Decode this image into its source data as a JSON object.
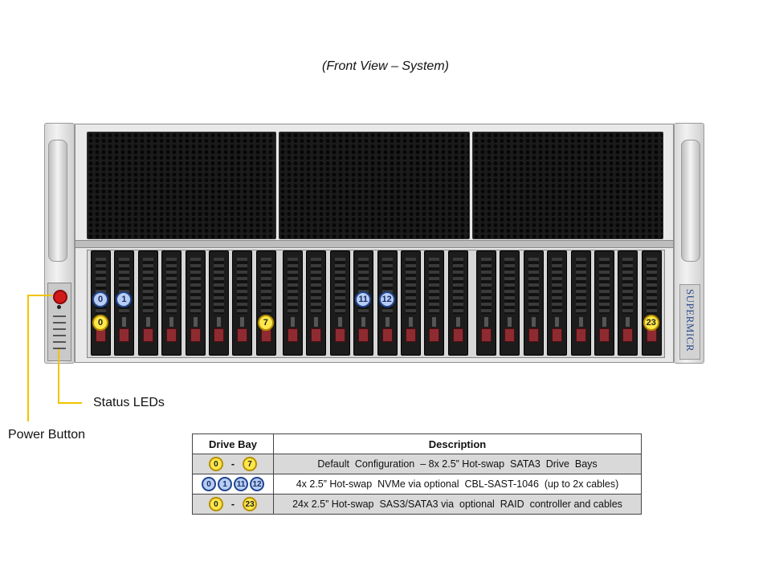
{
  "figure": {
    "view_title": "(Front View – System)",
    "brand": "SUPERMICR"
  },
  "callouts": {
    "power_button": "Power Button",
    "status_leds": "Status LEDs"
  },
  "bay_badges": [
    {
      "label": "0",
      "type": "nvme",
      "bay": 0
    },
    {
      "label": "1",
      "type": "nvme",
      "bay": 1
    },
    {
      "label": "11",
      "type": "nvme",
      "bay": 11
    },
    {
      "label": "12",
      "type": "nvme",
      "bay": 12
    },
    {
      "label": "0",
      "type": "sata",
      "bay": 0
    },
    {
      "label": "7",
      "type": "sata",
      "bay": 7
    },
    {
      "label": "23",
      "type": "sata",
      "bay": 23
    }
  ],
  "drive_count": 24,
  "table": {
    "headers": {
      "drive_bay": "Drive Bay",
      "description": "Description"
    },
    "rows": [
      {
        "bays": [
          "0",
          "7"
        ],
        "bay_type": "sata",
        "range": true,
        "separator": "-",
        "description": "Default  Configuration  – 8x 2.5” Hot-swap  SATA3  Drive  Bays"
      },
      {
        "bays": [
          "0",
          "1",
          "11",
          "12"
        ],
        "bay_type": "nvme",
        "range": false,
        "separator": "",
        "description": "4x 2.5” Hot-swap  NVMe via optional  CBL-SAST-1046  (up to 2x cables)"
      },
      {
        "bays": [
          "0",
          "23"
        ],
        "bay_type": "sata",
        "range": true,
        "separator": "-",
        "description": "24x 2.5” Hot-swap  SAS3/SATA3 via  optional  RAID  controller and cables"
      }
    ]
  },
  "colors": {
    "sata_badge": "#ffe84a",
    "nvme_badge": "#b9cdf3",
    "callout_line": "#f2c300",
    "drive_latch": "#8e2b31"
  }
}
